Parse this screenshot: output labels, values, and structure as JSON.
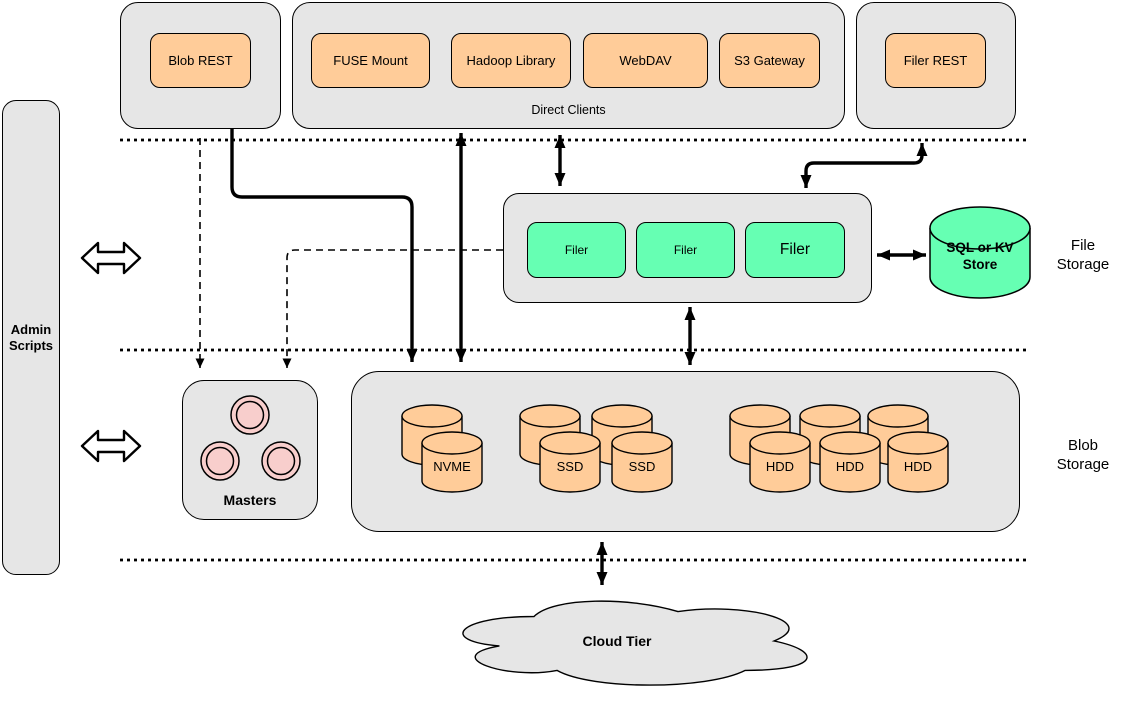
{
  "nodes": {
    "admin": {
      "label": "Admin Scripts"
    },
    "blob_rest": {
      "label": "Blob REST"
    },
    "direct_clients": {
      "label": "Direct Clients",
      "items": [
        "FUSE Mount",
        "Hadoop Library",
        "WebDAV",
        "S3 Gateway"
      ]
    },
    "filer_rest": {
      "label": "Filer REST"
    },
    "file_storage": {
      "section_label": "File Storage",
      "filers": [
        "Filer",
        "Filer",
        "Filer"
      ],
      "store_label": "SQL or KV Store"
    },
    "blob_storage": {
      "section_label": "Blob Storage",
      "masters_label": "Masters",
      "nvme": {
        "front_label": "NVME"
      },
      "ssd": {
        "front_labels": [
          "SSD",
          "SSD"
        ]
      },
      "hdd": {
        "front_labels": [
          "HDD",
          "HDD",
          "HDD"
        ]
      }
    },
    "cloud": {
      "label": "Cloud Tier"
    }
  },
  "colors": {
    "container_fill": "#E6E6E6",
    "client_fill": "#FFCC99",
    "filer_fill": "#66FFB3",
    "masters_node_fill": "#F8CECC",
    "stroke": "#000000"
  }
}
